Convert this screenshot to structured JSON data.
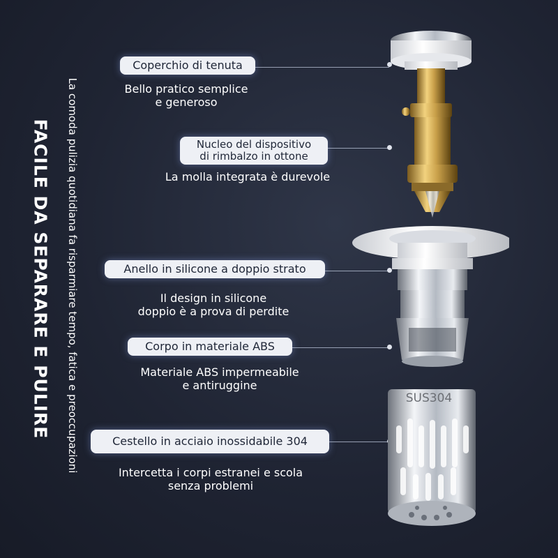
{
  "title": "FACILE DA SEPARARE E PULIRE",
  "subtitle": "La comoda pulizia quotidiana fa risparmiare tempo, fatica e preoccupazioni",
  "parts": [
    {
      "label": "Coperchio di tenuta",
      "desc": [
        "Bello pratico semplice",
        "e generoso"
      ]
    },
    {
      "label": "Nucleo del dispositivo di rimbalzo in ottone",
      "label_lines": [
        "Nucleo del dispositivo",
        "di rimbalzo in ottone"
      ],
      "desc": [
        "La molla integrata è durevole"
      ]
    },
    {
      "label": "Anello in silicone a doppio strato",
      "desc": [
        "Il design in silicone",
        "doppio è a prova di perdite"
      ]
    },
    {
      "label": "Corpo in materiale ABS",
      "desc": [
        "Materiale ABS impermeabile",
        "e antiruggine"
      ]
    },
    {
      "label": "Cestello in acciaio inossidabile 304",
      "desc": [
        "Intercetta i corpi estranei e scola",
        "senza problemi"
      ]
    }
  ],
  "basket_marking": "SUS304",
  "colors": {
    "background": "#1f2433",
    "pill": "#eef0f5",
    "pill_text": "#1f2637",
    "brass": "#c9a04a",
    "steel": "#c7ccd4"
  }
}
